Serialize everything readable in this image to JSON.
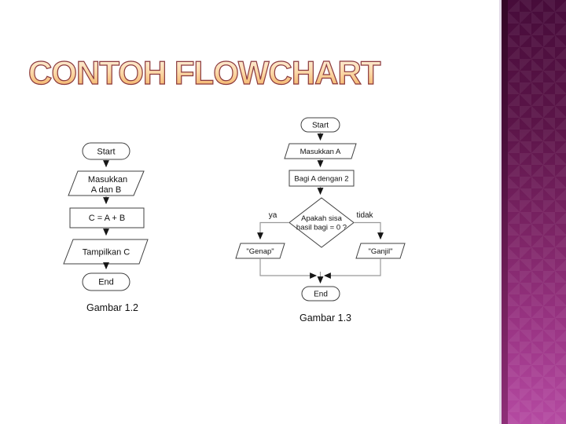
{
  "slide": {
    "title": "CONTOH FLOWCHART",
    "background_color": "#ffffff",
    "title_fill_top": "#fdf0dc",
    "title_fill_bottom": "#f2ad5e",
    "title_outline_color": "#8b3a40",
    "band_gradient_top": "#470c3a",
    "band_gradient_bottom": "#b54aa2"
  },
  "flowchart_left": {
    "start_label": "Start",
    "input_line1": "Masukkan",
    "input_line2": "A dan B",
    "process_label": "C = A + B",
    "output_label": "Tampilkan C",
    "end_label": "End",
    "caption": "Gambar 1.2"
  },
  "flowchart_right": {
    "start_label": "Start",
    "input_label": "Masukkan A",
    "process_label": "Bagi A dengan 2",
    "decision_line1": "Apakah sisa",
    "decision_line2": "hasil bagi = 0 ?",
    "branch_yes_label": "ya",
    "branch_no_label": "tidak",
    "output_yes_label": "\"Genap\"",
    "output_no_label": "\"Ganjil\"",
    "end_label": "End",
    "caption": "Gambar 1.3"
  }
}
